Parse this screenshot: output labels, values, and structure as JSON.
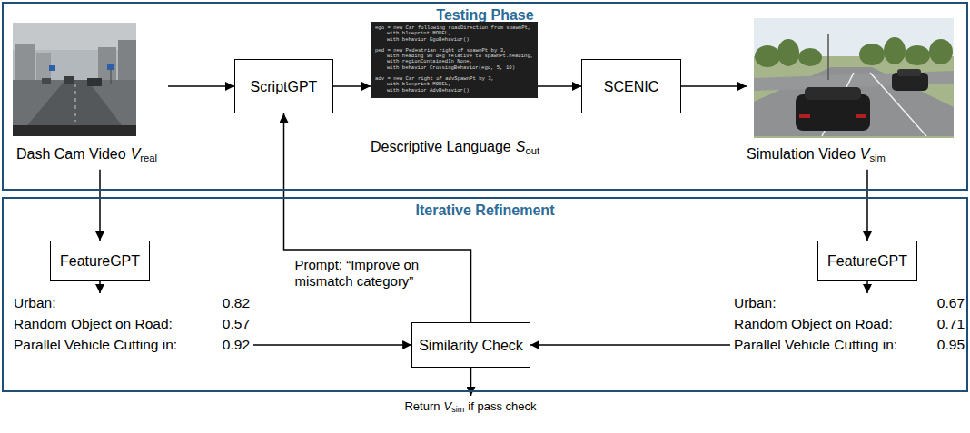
{
  "diagram": {
    "nodes": [
      {
        "text": [
          "Testing Phase"
        ]
      },
      {
        "text": [
          "Dash Cam Video",
          "V",
          "real"
        ],
        "in": 0
      },
      {
        "text": [
          "ScriptGPT"
        ],
        "in": 0
      },
      {
        "text": [
          "ego = new Car following roadDirection from spawnPt,",
          "with blueprint MODEL,",
          "with behavior EgoBehavior()",
          "ped = new Pedestrian right of spawnPt by 3,",
          "with heading 90 deg relative to spawnPt.heading,",
          "with regionContainedIn None,",
          "with behavior CrossingBehavior(ego, 5, 10)",
          "adv = new Car right of advSpawnPt by 3,",
          "with blueprint MODEL,",
          "with behavior AdvBehavior()",
          "Descriptive Language",
          "S",
          "out"
        ],
        "in": 0
      },
      {
        "text": [
          "SCENIC"
        ],
        "in": 0
      },
      {
        "text": [
          "Simulation Video",
          "V",
          "sim"
        ],
        "in": 0
      },
      {
        "text": [
          "Iterative Refinement"
        ]
      },
      {
        "text": [
          "FeatureGPT"
        ],
        "in": 6
      },
      {
        "text": [
          "Urban:",
          "0.82",
          "Random Object on Road:",
          "0.57",
          "Parallel Vehicle Cutting in:",
          "0.92"
        ],
        "in": 6
      },
      {
        "text": [
          "Similarity Check"
        ],
        "in": 6
      },
      {
        "text": [
          "FeatureGPT"
        ],
        "in": 6
      },
      {
        "text": [
          "Urban:",
          "0.67",
          "Random Object on Road:",
          "0.71",
          "Parallel Vehicle Cutting in:",
          "0.95"
        ],
        "in": 6
      },
      {
        "text": [
          "Return",
          "V",
          "sim",
          "if pass check"
        ]
      }
    ],
    "edges": [
      {
        "from": 1,
        "to": 2,
        "arrow": "to"
      },
      {
        "from": 2,
        "to": 3,
        "arrow": "to"
      },
      {
        "from": 3,
        "to": 4,
        "arrow": "to"
      },
      {
        "from": 4,
        "to": 5,
        "arrow": "to"
      },
      {
        "from": 1,
        "to": 7,
        "arrow": "to"
      },
      {
        "from": 7,
        "to": 8,
        "arrow": "to"
      },
      {
        "from": 8,
        "to": 9,
        "arrow": "to"
      },
      {
        "from": 5,
        "to": 10,
        "arrow": "to"
      },
      {
        "from": 10,
        "to": 11,
        "arrow": "to"
      },
      {
        "from": 11,
        "to": 9,
        "arrow": "to"
      },
      {
        "from": 9,
        "to": 2,
        "label": "Prompt: “Improve on mismatch category”",
        "arrow": "to"
      },
      {
        "from": 9,
        "to": 12,
        "arrow": "to"
      }
    ]
  }
}
